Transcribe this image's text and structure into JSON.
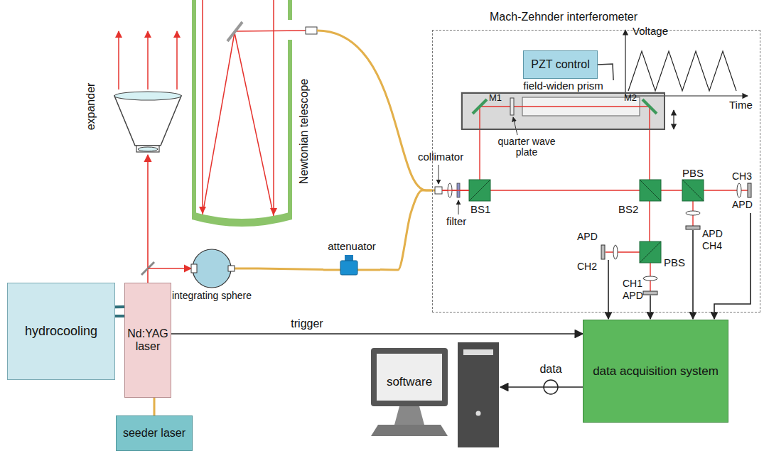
{
  "diagram": {
    "nodes": [
      {
        "text": [
          "hydrocooling"
        ]
      },
      {
        "text": [
          "Nd:YAG laser"
        ]
      },
      {
        "text": [
          "seeder laser"
        ]
      },
      {
        "text": [
          "integrating sphere"
        ]
      },
      {
        "text": [
          "attenuator"
        ]
      },
      {
        "text": [
          "Mach-Zehnder interferometer"
        ]
      },
      {
        "text": [
          "PZT control"
        ],
        "in": 5
      },
      {
        "text": [
          "field-widen prism"
        ],
        "in": 5
      },
      {
        "text": [
          "data acquisition system"
        ]
      },
      {
        "text": [
          "software"
        ]
      }
    ],
    "edges": [
      {
        "from": 0,
        "to": 1,
        "arrow": "none"
      },
      {
        "from": 2,
        "to": 1,
        "arrow": "none"
      },
      {
        "from": 3,
        "to": 4,
        "arrow": "none"
      },
      {
        "from": 4,
        "to": 5,
        "arrow": "none"
      },
      {
        "from": 6,
        "to": 7,
        "arrow": "none"
      },
      {
        "from": 1,
        "to": 8,
        "label": "trigger",
        "arrow": "to"
      },
      {
        "from": 8,
        "to": 9,
        "label": "data",
        "arrow": "to"
      }
    ],
    "labels": [
      "expander",
      "Newtonian telescope",
      "collimator",
      "filter",
      "BS1",
      "quarter wave plate",
      "BS2",
      "PBS",
      "PBS",
      "M1",
      "M2",
      "CH3",
      "APD",
      "APD",
      "CH2",
      "APD",
      "CH4",
      "CH1",
      "APD",
      "Voltage",
      "Time"
    ]
  }
}
